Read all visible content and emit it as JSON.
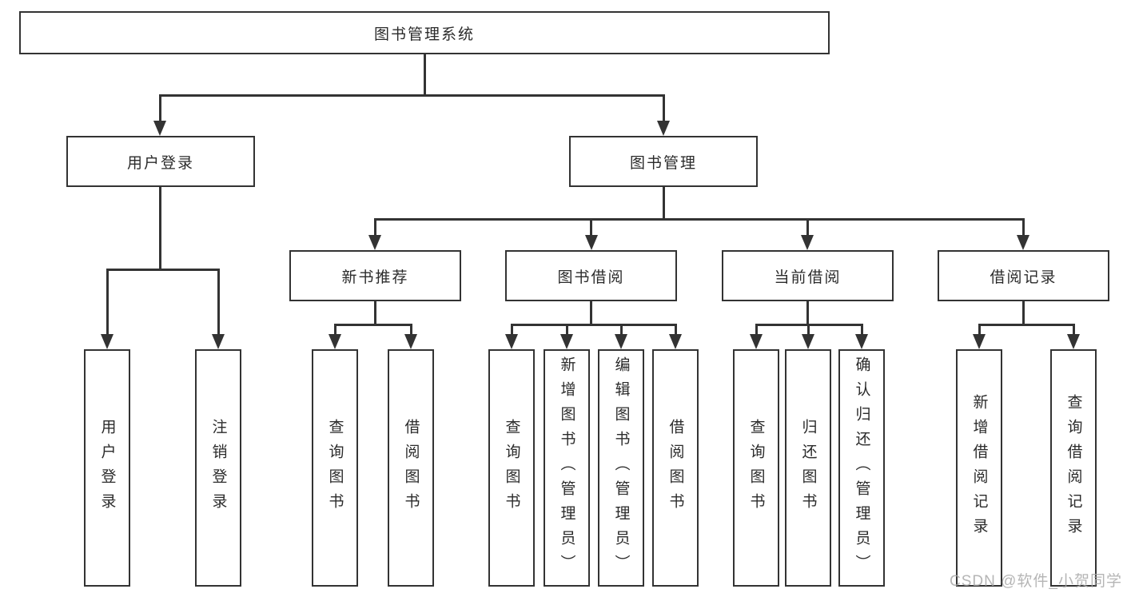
{
  "diagram_title": "图书管理系统",
  "tree": {
    "root": {
      "label": "图书管理系统"
    },
    "branches": [
      {
        "label": "用户登录",
        "children": [
          {
            "label": "用户登录"
          },
          {
            "label": "注销登录"
          }
        ]
      },
      {
        "label": "图书管理",
        "children": [
          {
            "label": "新书推荐",
            "children": [
              {
                "label": "查询图书"
              },
              {
                "label": "借阅图书"
              }
            ]
          },
          {
            "label": "图书借阅",
            "children": [
              {
                "label": "查询图书"
              },
              {
                "label": "新增图书（管理员）"
              },
              {
                "label": "编辑图书（管理员）"
              },
              {
                "label": "借阅图书"
              }
            ]
          },
          {
            "label": "当前借阅",
            "children": [
              {
                "label": "查询图书"
              },
              {
                "label": "归还图书"
              },
              {
                "label": "确认归还（管理员）"
              }
            ]
          },
          {
            "label": "借阅记录",
            "children": [
              {
                "label": "新增借阅记录"
              },
              {
                "label": "查询借阅记录"
              }
            ]
          }
        ]
      }
    ]
  },
  "watermark": {
    "text": "CSDN @软件_小贺同学"
  },
  "colors": {
    "line": "#333333",
    "box_background": "#ffffff",
    "page_background": "#ffffff",
    "text": "#2b2b2b",
    "watermark": "#a9a9a9"
  }
}
